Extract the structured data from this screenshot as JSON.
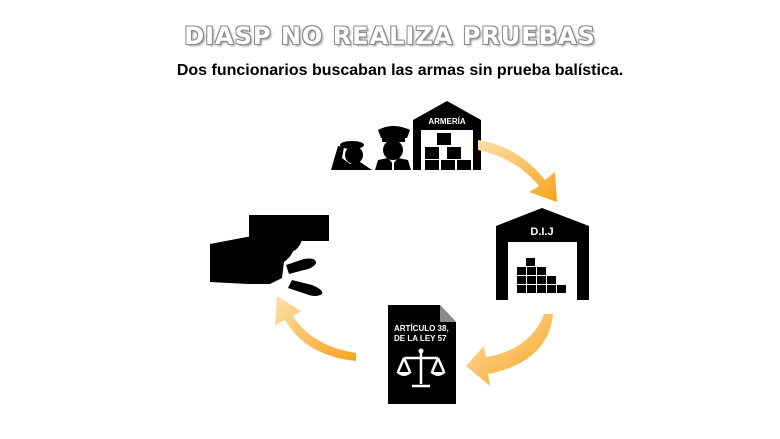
{
  "header": {
    "title": "DIASP NO REALIZA PRUEBAS",
    "subtitle": "Dos funcionarios buscaban las armas sin prueba balística."
  },
  "nodes": {
    "armory": {
      "label": "ARMERÍA",
      "icon": "armory-warehouse-icon"
    },
    "officers": {
      "icon": "police-officers-icon"
    },
    "dij": {
      "label": "D.I.J",
      "icon": "dij-warehouse-icon"
    },
    "document": {
      "line1": "ARTÍCULO 38,",
      "line2": "DE LA LEY 57",
      "icon": "law-document-scales-icon"
    },
    "gun": {
      "icon": "hand-gun-bullets-icon"
    }
  },
  "colors": {
    "arrow": "#f7a21b",
    "icon": "#000000",
    "title_outline": "#8a8a8a"
  }
}
